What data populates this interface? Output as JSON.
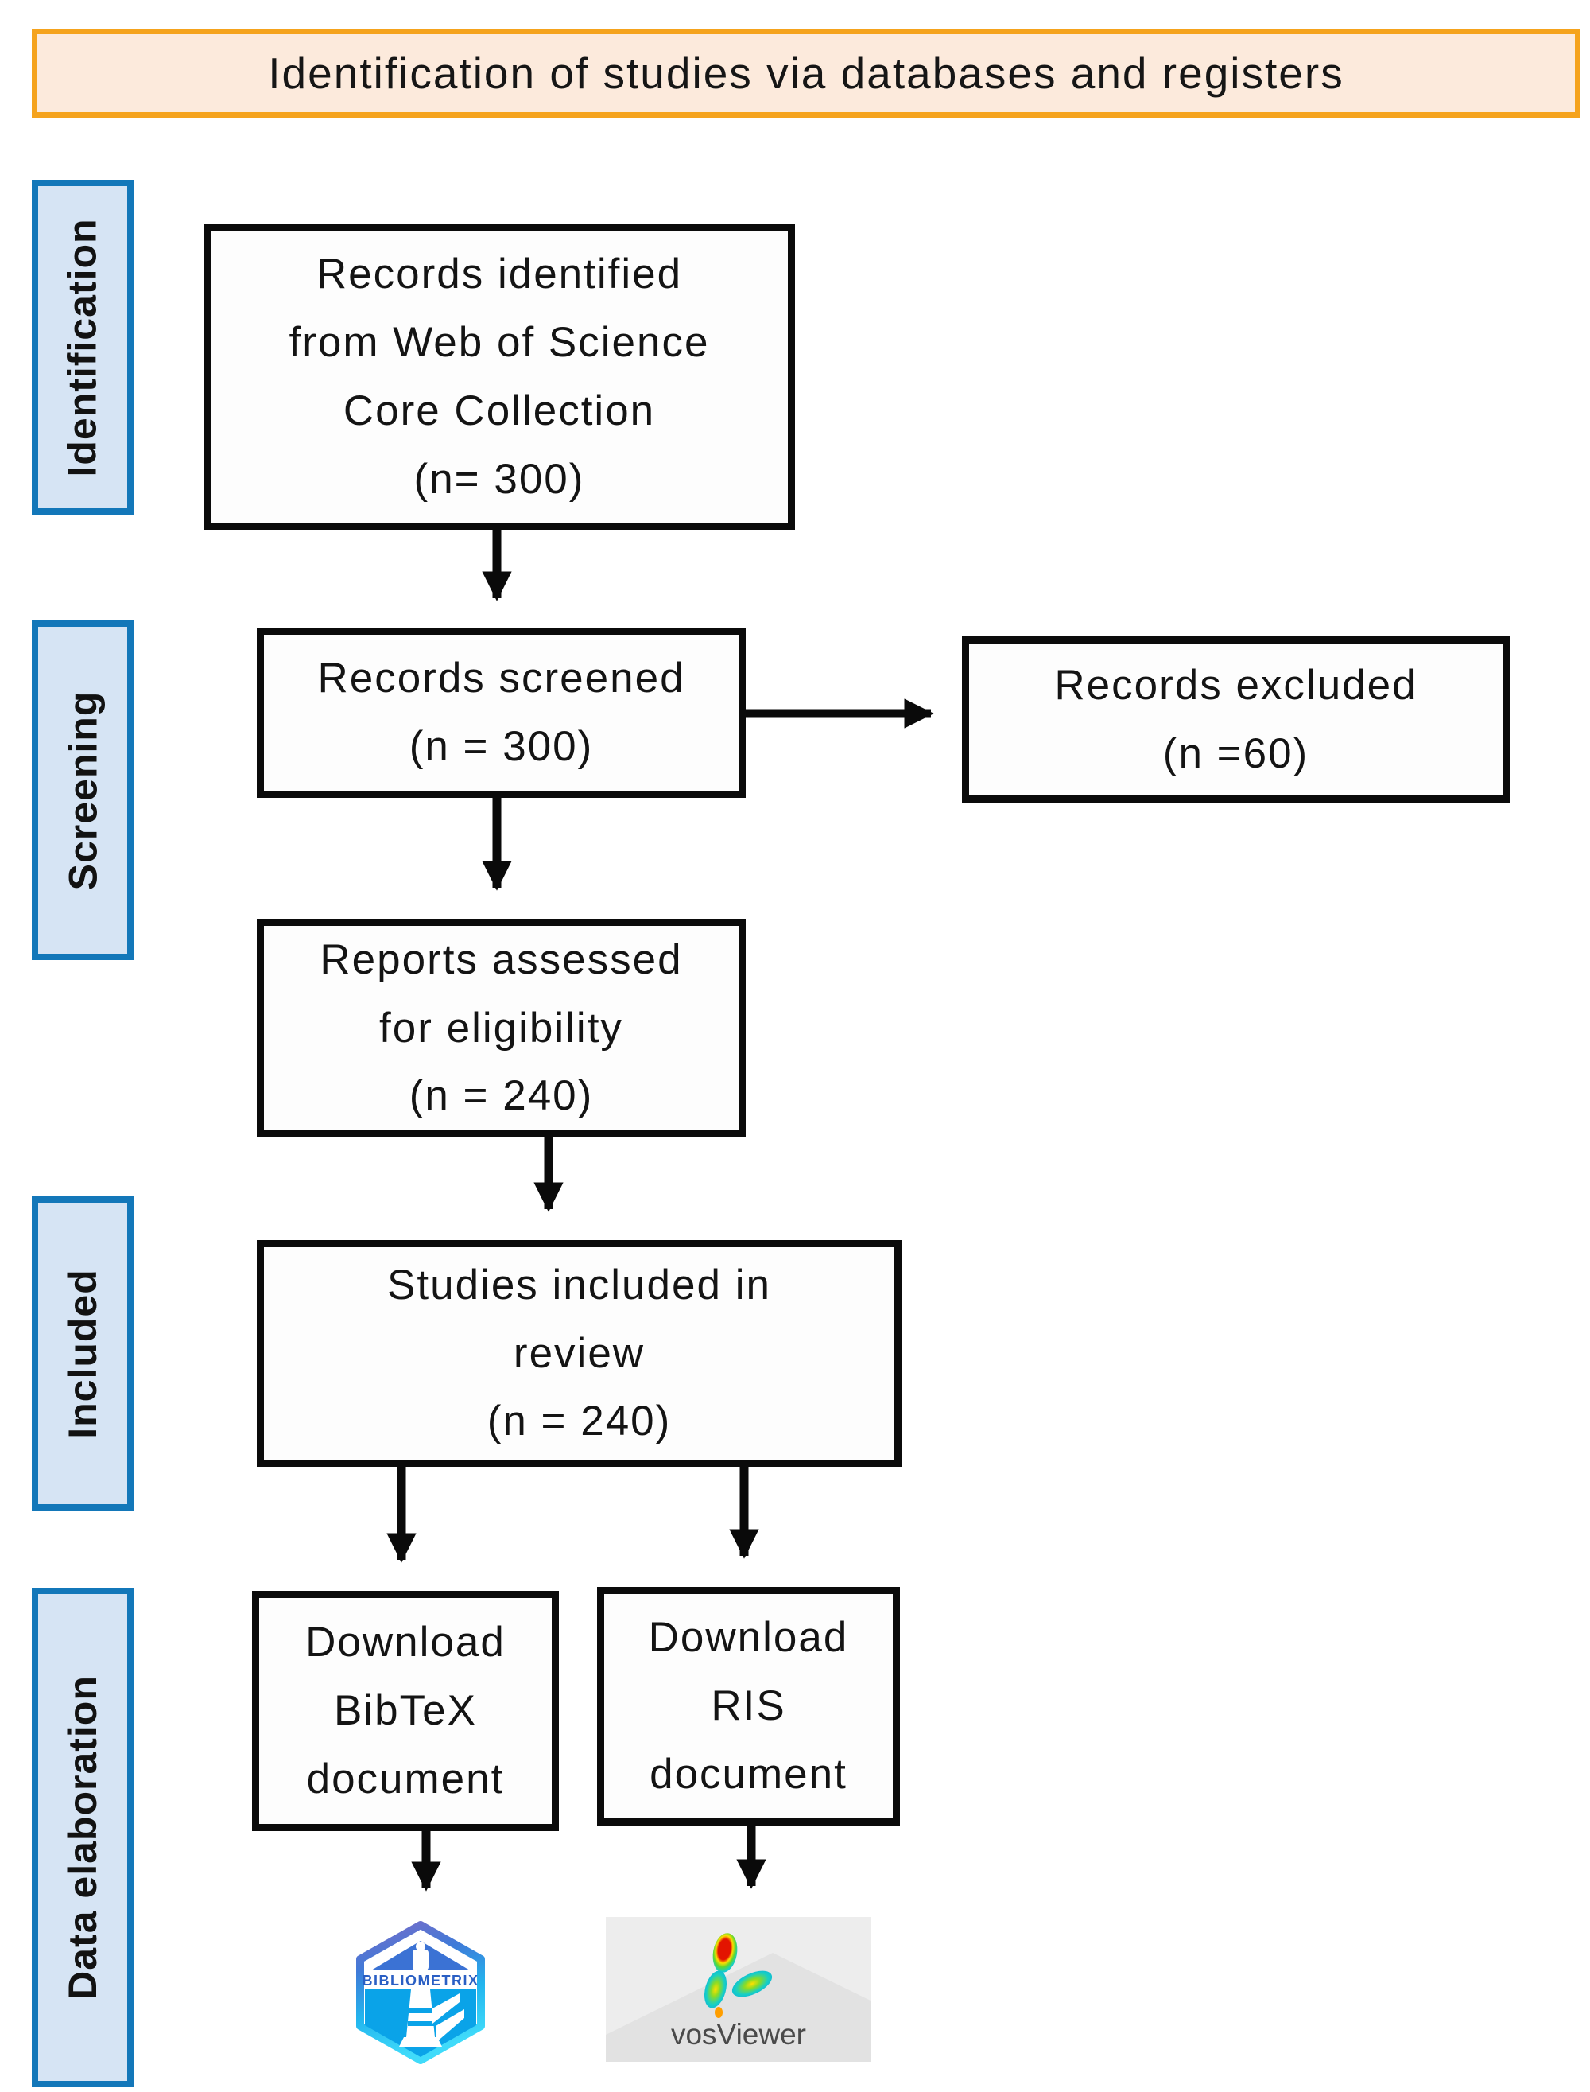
{
  "banner": {
    "title": "Identification of studies via databases and registers"
  },
  "sidebar": {
    "stages": [
      {
        "label": "Identification"
      },
      {
        "label": "Screening"
      },
      {
        "label": "Included"
      },
      {
        "label": "Data elaboration"
      }
    ]
  },
  "boxes": {
    "records_identified": {
      "lines": [
        "Records identified",
        "from Web of Science",
        "Core Collection",
        "(n= 300)"
      ]
    },
    "records_screened": {
      "lines": [
        "Records screened",
        "(n = 300)"
      ]
    },
    "records_excluded": {
      "lines": [
        "Records excluded",
        "(n =60)"
      ]
    },
    "reports_assessed": {
      "lines": [
        "Reports assessed",
        "for eligibility",
        "(n = 240)"
      ]
    },
    "studies_included": {
      "lines": [
        "Studies included in",
        "review",
        "(n = 240)"
      ]
    },
    "download_bibtex": {
      "lines": [
        "Download",
        "BibTeX",
        "document"
      ]
    },
    "download_ris": {
      "lines": [
        "Download",
        "RIS",
        "document"
      ]
    }
  },
  "logos": {
    "bibliometrix": {
      "text": "BIBLIOMETRIX"
    },
    "vosviewer": {
      "text": "vosViewer"
    }
  },
  "colors": {
    "banner_border": "#F5A31D",
    "banner_bg": "#FCEADC",
    "stage_border": "#1377B9",
    "stage_bg": "#D6E4F4",
    "box_border": "#0B0B0B",
    "arrow": "#0A0A0A",
    "bibliometrix_blue": "#0AA3E8",
    "vosviewer_teal": "#17CFC5"
  }
}
